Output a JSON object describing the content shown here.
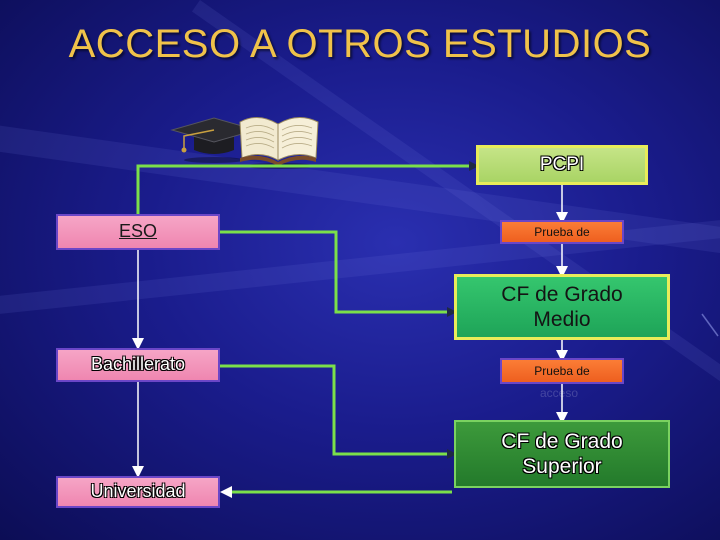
{
  "title": "ACCESO A OTROS ESTUDIOS",
  "nodes": {
    "pcpi": "PCPI",
    "eso": "ESO",
    "prueba1": "Prueba de",
    "cf_medio": "CF de Grado\nMedio",
    "bachillerato": "Bachillerato",
    "prueba2": "Prueba de",
    "prueba2_ghost": "acceso",
    "cf_superior": "CF de Grado\nSuperior",
    "universidad": "Universidad"
  },
  "colors": {
    "title": "#f0c24a",
    "connector": "#7be04a",
    "arrow_dark": "#1e2a44",
    "arrow_light": "#ffffff",
    "pink": "#f296bd",
    "orange": "#f26a28",
    "green": "#25b461",
    "green_dark": "#2e8a33",
    "green_light": "#b8dc76"
  },
  "icons": [
    "graduation-cap-icon",
    "open-book-icon"
  ]
}
